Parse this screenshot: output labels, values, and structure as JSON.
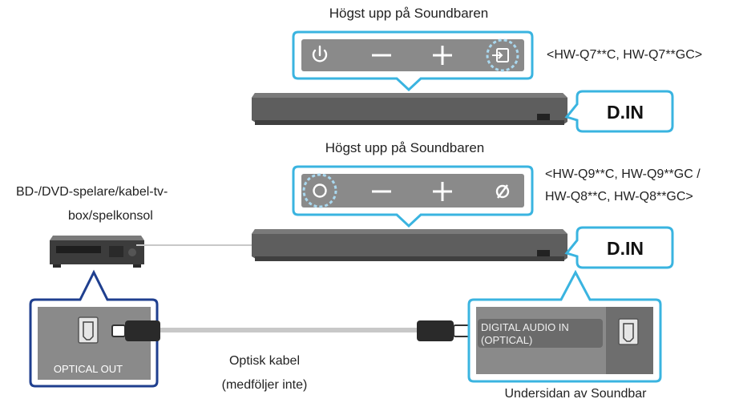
{
  "colors": {
    "callout_cyan": "#3ab4e0",
    "callout_navy": "#1f3f8f",
    "panel_grey": "#8a8a8a",
    "soundbar_dark": "#5e5e5e",
    "cable_grey": "#c8c8c8"
  },
  "top_panel": {
    "heading": "Högst upp på Soundbaren",
    "models": "<HW-Q7**C, HW-Q7**GC>",
    "buttons": [
      {
        "icon": "power-icon"
      },
      {
        "icon": "minus-icon"
      },
      {
        "icon": "plus-icon"
      },
      {
        "icon": "source-icon",
        "highlighted": true
      }
    ],
    "display": "D.IN"
  },
  "mid_panel": {
    "heading": "Högst upp på Soundbaren",
    "models_line1": "<HW-Q9**C, HW-Q9**GC /",
    "models_line2": "HW-Q8**C, HW-Q8**GC>",
    "buttons": [
      {
        "icon": "multifunction-icon",
        "highlighted": true
      },
      {
        "icon": "minus-icon"
      },
      {
        "icon": "plus-icon"
      },
      {
        "icon": "mic-off-icon"
      }
    ],
    "display": "D.IN"
  },
  "device": {
    "label_line1": "BD-/DVD-spelare/kabel-tv-",
    "label_line2": "box/spelkonsol",
    "port_label": "OPTICAL OUT"
  },
  "cable": {
    "label_line1": "Optisk kabel",
    "label_line2": "(medföljer inte)"
  },
  "soundbar_bottom": {
    "port_label_line1": "DIGITAL AUDIO IN",
    "port_label_line2": "(OPTICAL)",
    "caption": "Undersidan av Soundbar"
  }
}
